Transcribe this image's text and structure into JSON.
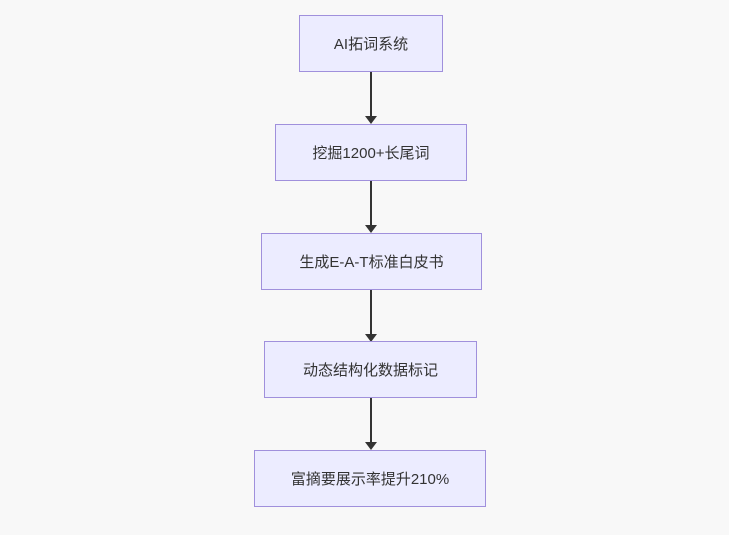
{
  "diagram": {
    "type": "flowchart",
    "direction": "top-down",
    "colors": {
      "background": "#f8f8f8",
      "node_fill": "#ececff",
      "node_border": "#a090dc",
      "node_text": "#333333",
      "arrow": "#333333"
    },
    "nodes": [
      {
        "label": "AI拓词系统"
      },
      {
        "label": "挖掘1200+长尾词"
      },
      {
        "label": "生成E-A-T标准白皮书"
      },
      {
        "label": "动态结构化数据标记"
      },
      {
        "label": "富摘要展示率提升210%"
      }
    ],
    "edges": [
      {
        "from": 0,
        "to": 1
      },
      {
        "from": 1,
        "to": 2
      },
      {
        "from": 2,
        "to": 3
      },
      {
        "from": 3,
        "to": 4
      }
    ]
  }
}
